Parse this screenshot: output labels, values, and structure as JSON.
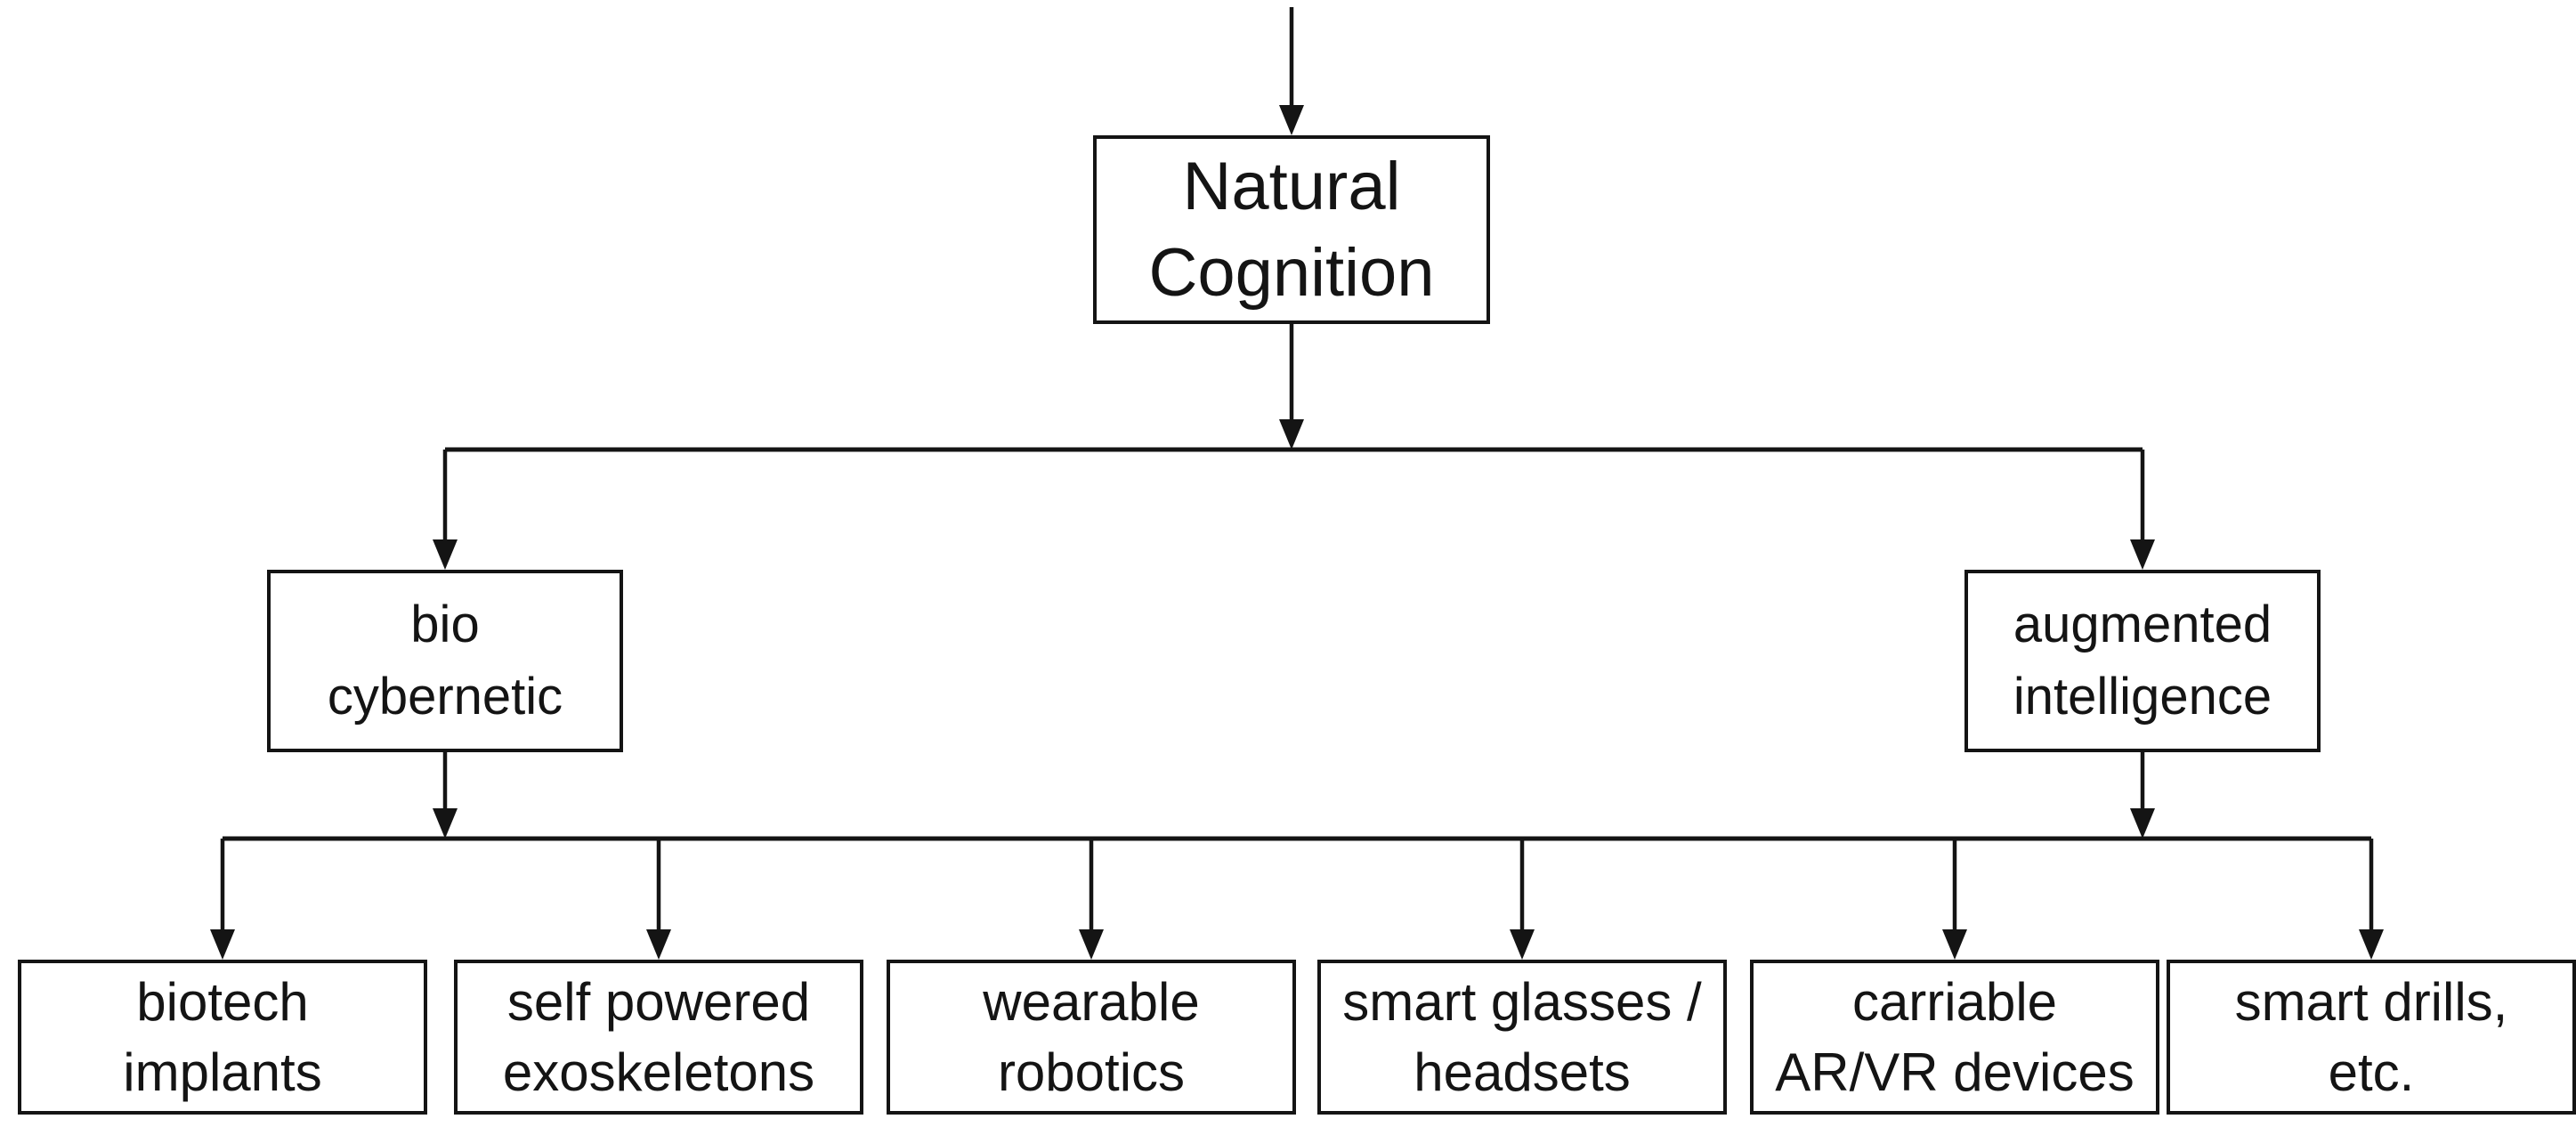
{
  "colors": {
    "ink": "#141414",
    "background": "#ffffff"
  },
  "diagram": {
    "type": "tree-flowchart",
    "nodes": {
      "root": {
        "id": "natural-cognition",
        "label": "Natural\nCognition"
      },
      "level2": [
        {
          "id": "bio-cybernetic",
          "label": "bio\ncybernetic",
          "parent": "natural-cognition"
        },
        {
          "id": "augmented-intelligence",
          "label": "augmented\nintelligence",
          "parent": "natural-cognition"
        }
      ],
      "level3": [
        {
          "id": "biotech-implants",
          "label": "biotech\nimplants",
          "parent": "bio-cybernetic"
        },
        {
          "id": "self-powered-exoskeletons",
          "label": "self powered\nexoskeletons",
          "parent": "bio-cybernetic"
        },
        {
          "id": "wearable-robotics",
          "label": "wearable\nrobotics",
          "parent": "bio-cybernetic"
        },
        {
          "id": "smart-glasses-headsets",
          "label": "smart glasses /\nheadsets",
          "parent": "augmented-intelligence"
        },
        {
          "id": "carriable-arvr-devices",
          "label": "carriable\nAR/VR devices",
          "parent": "augmented-intelligence"
        },
        {
          "id": "smart-drills-etc",
          "label": "smart drills,\netc.",
          "parent": "augmented-intelligence"
        }
      ]
    }
  }
}
